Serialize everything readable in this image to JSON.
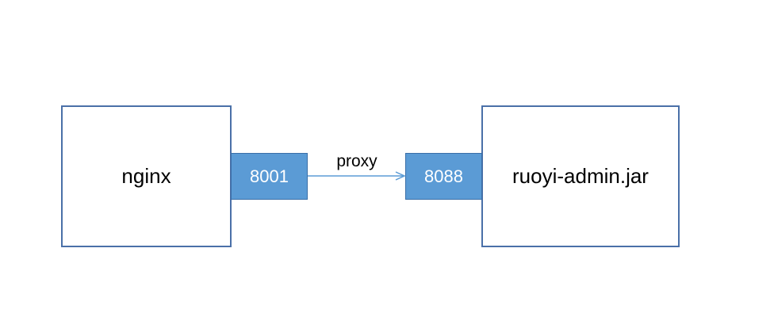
{
  "nodes": {
    "nginx": {
      "label": "nginx"
    },
    "ruoyi": {
      "label": "ruoyi-admin.jar"
    }
  },
  "ports": {
    "source": {
      "label": "8001"
    },
    "target": {
      "label": "8088"
    }
  },
  "edge": {
    "label": "proxy"
  },
  "colors": {
    "box_border": "#4a70a8",
    "port_fill": "#5b9bd5",
    "arrow": "#5b9bd5"
  }
}
